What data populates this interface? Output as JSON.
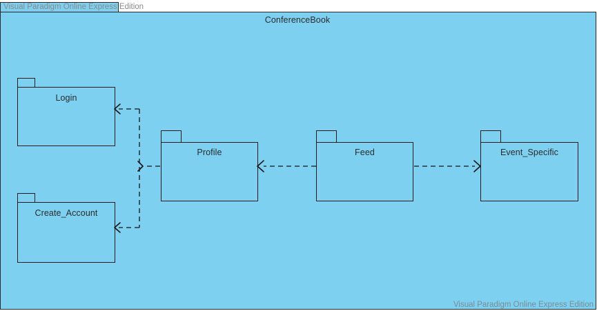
{
  "app": {
    "watermark_top": "Visual Paradigm Online Express Edition",
    "watermark_bottom": "Visual Paradigm Online Express Edition"
  },
  "diagram": {
    "type": "uml-package-diagram",
    "root_package": {
      "name": "ConferenceBook"
    },
    "packages": [
      {
        "id": "login",
        "name": "Login"
      },
      {
        "id": "create_account",
        "name": "Create_Account"
      },
      {
        "id": "profile",
        "name": "Profile"
      },
      {
        "id": "feed",
        "name": "Feed"
      },
      {
        "id": "event_specific",
        "name": "Event_Specific"
      }
    ],
    "dependencies": [
      {
        "from": "profile",
        "to": "login",
        "style": "dashed",
        "arrow": "open"
      },
      {
        "from": "profile",
        "to": "create_account",
        "style": "dashed",
        "arrow": "open"
      },
      {
        "from": "feed",
        "to": "profile",
        "style": "dashed",
        "arrow": "open"
      },
      {
        "from": "feed",
        "to": "event_specific",
        "style": "dashed",
        "arrow": "open"
      }
    ]
  },
  "colors": {
    "package_fill": "#7dd0f0",
    "package_stroke": "#1a1a1a",
    "label_text": "#2b2b2b",
    "watermark_text": "#8a8a8a",
    "canvas": "#ffffff"
  }
}
